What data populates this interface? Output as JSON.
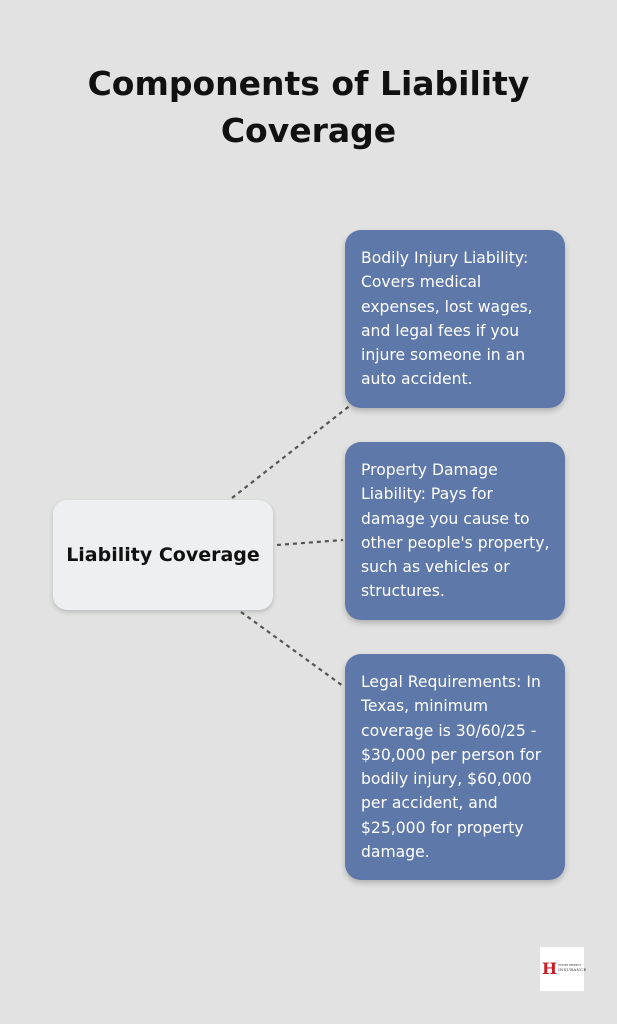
{
  "title": "Components of Liability Coverage",
  "center": {
    "label": "Liability Coverage"
  },
  "items": [
    {
      "text": "Bodily Injury Liability: Covers medical expenses, lost wages, and legal fees if you injure someone in an auto accident."
    },
    {
      "text": "Property Damage Liability: Pays for damage you cause to other people's property, such as vehicles or structures."
    },
    {
      "text": "Legal Requirements: In Texas, minimum coverage is 30/60/25 - $30,000 per person for bodily injury, $60,000 per accident, and $25,000 for property damage."
    }
  ],
  "logo": {
    "letter": "H",
    "name": "HEATER BENNETT",
    "tagline": "INSURANCE"
  },
  "colors": {
    "background": "#e1e2e1",
    "card": "#5e78a9",
    "center_node": "#eeeff0",
    "connector": "#555555",
    "logo_accent": "#c62026"
  }
}
